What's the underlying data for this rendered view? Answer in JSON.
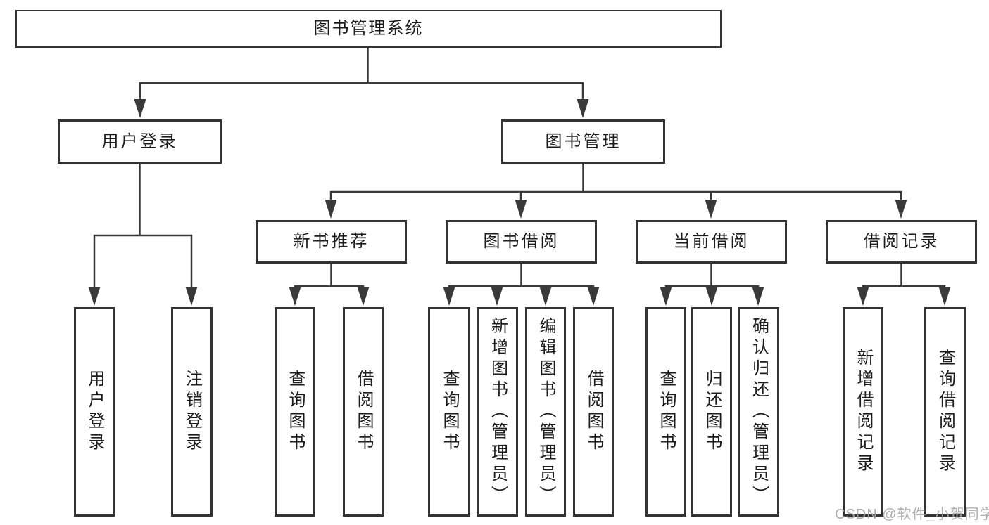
{
  "nodes": {
    "root": "图书管理系统",
    "l2": [
      "用户登录",
      "图书管理"
    ],
    "l3": [
      "新书推荐",
      "图书借阅",
      "当前借阅",
      "借阅记录"
    ],
    "l4": [
      "用户登录",
      "注销登录",
      "查询图书",
      "借阅图书",
      "查询图书",
      "新增图书（管理员）",
      "编辑图书（管理员）",
      "借阅图书",
      "查询图书",
      "归还图书",
      "确认归还（管理员）",
      "新增借阅记录",
      "查询借阅记录"
    ]
  },
  "watermark": {
    "text": "CSDN @软件_小贺同学"
  },
  "colors": {
    "line": "#3a3a3a",
    "border": "#333333",
    "text": "#1c1c1c",
    "watermark": "#a8a8a8",
    "background": "#ffffff"
  }
}
